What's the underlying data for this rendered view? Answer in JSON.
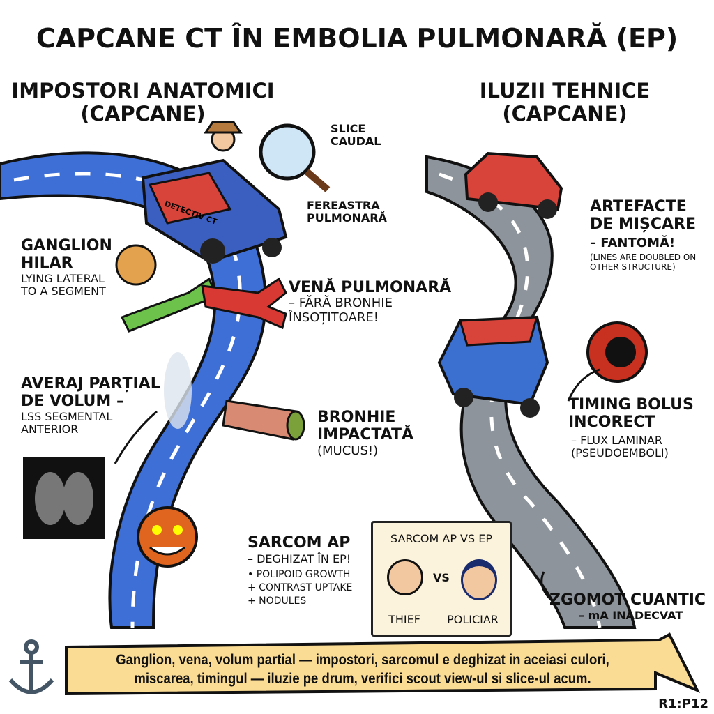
{
  "title": "CAPCANE CT ÎN EMBOLIA PULMONARĂ (EP)",
  "left": {
    "heading": "IMPOSTORI ANATOMICI",
    "subheading": "(CAPCANE)",
    "car_label": "DETECTIV CT",
    "slice_caudal": "SLICE CAUDAL",
    "fereastra": "FEREASTRA PULMONARĂ",
    "ganglion_title": "GANGLION HILAR",
    "ganglion_desc": "LYING LATERAL TO A SEGMENT",
    "vena_title": "VENĂ PULMONARĂ",
    "vena_desc": "– FĂRĂ BRONHIE ÎNSOȚITOARE!",
    "averaj_title": "AVERAJ PARȚIAL DE VOLUM –",
    "averaj_desc": "LSS SEGMENTAL ANTERIOR",
    "bronhie_title": "BRONHIE IMPACTATĂ",
    "bronhie_desc": "(MUCUS!)",
    "sarcom_title": "SARCOM AP",
    "sarcom_sub": "– DEGHIZAT ÎN EP!",
    "sarcom_points": [
      "• POLIPOID GROWTH",
      "+ CONTRAST UPTAKE",
      "+ NODULES"
    ]
  },
  "right": {
    "heading": "ILUZII TEHNICE",
    "subheading": "(CAPCANE)",
    "artefacte_title": "ARTEFACTE DE MIȘCARE",
    "artefacte_sub": "– FANTOMĂ!",
    "artefacte_desc": "(LINES ARE DOUBLED ON OTHER STRUCTURE)",
    "timing_title": "TIMING BOLUS INCORECT",
    "timing_desc": "– FLUX LAMINAR (PSEUDOEMBOLI)",
    "zgomot_title": "ZGOMOT CUANTIC",
    "zgomot_desc": "– mA INADECVAT"
  },
  "vs_box": {
    "title": "SARCOM AP vs EP",
    "vs": "VS",
    "left": "THIEF",
    "right": "POLICIAR"
  },
  "banner": {
    "line1": "Ganglion, vena, volum partial — impostori, sarcomul e deghizat in aceiasi culori,",
    "line2": "miscarea, timingul — iluzie pe drum, verifici scout view-ul si slice-ul acum."
  },
  "code": "R1:P12",
  "colors": {
    "blue_road": "#3e6fd6",
    "gray_road": "#8e949c",
    "banner": "#fbdc95",
    "car_red": "#d9443a"
  }
}
